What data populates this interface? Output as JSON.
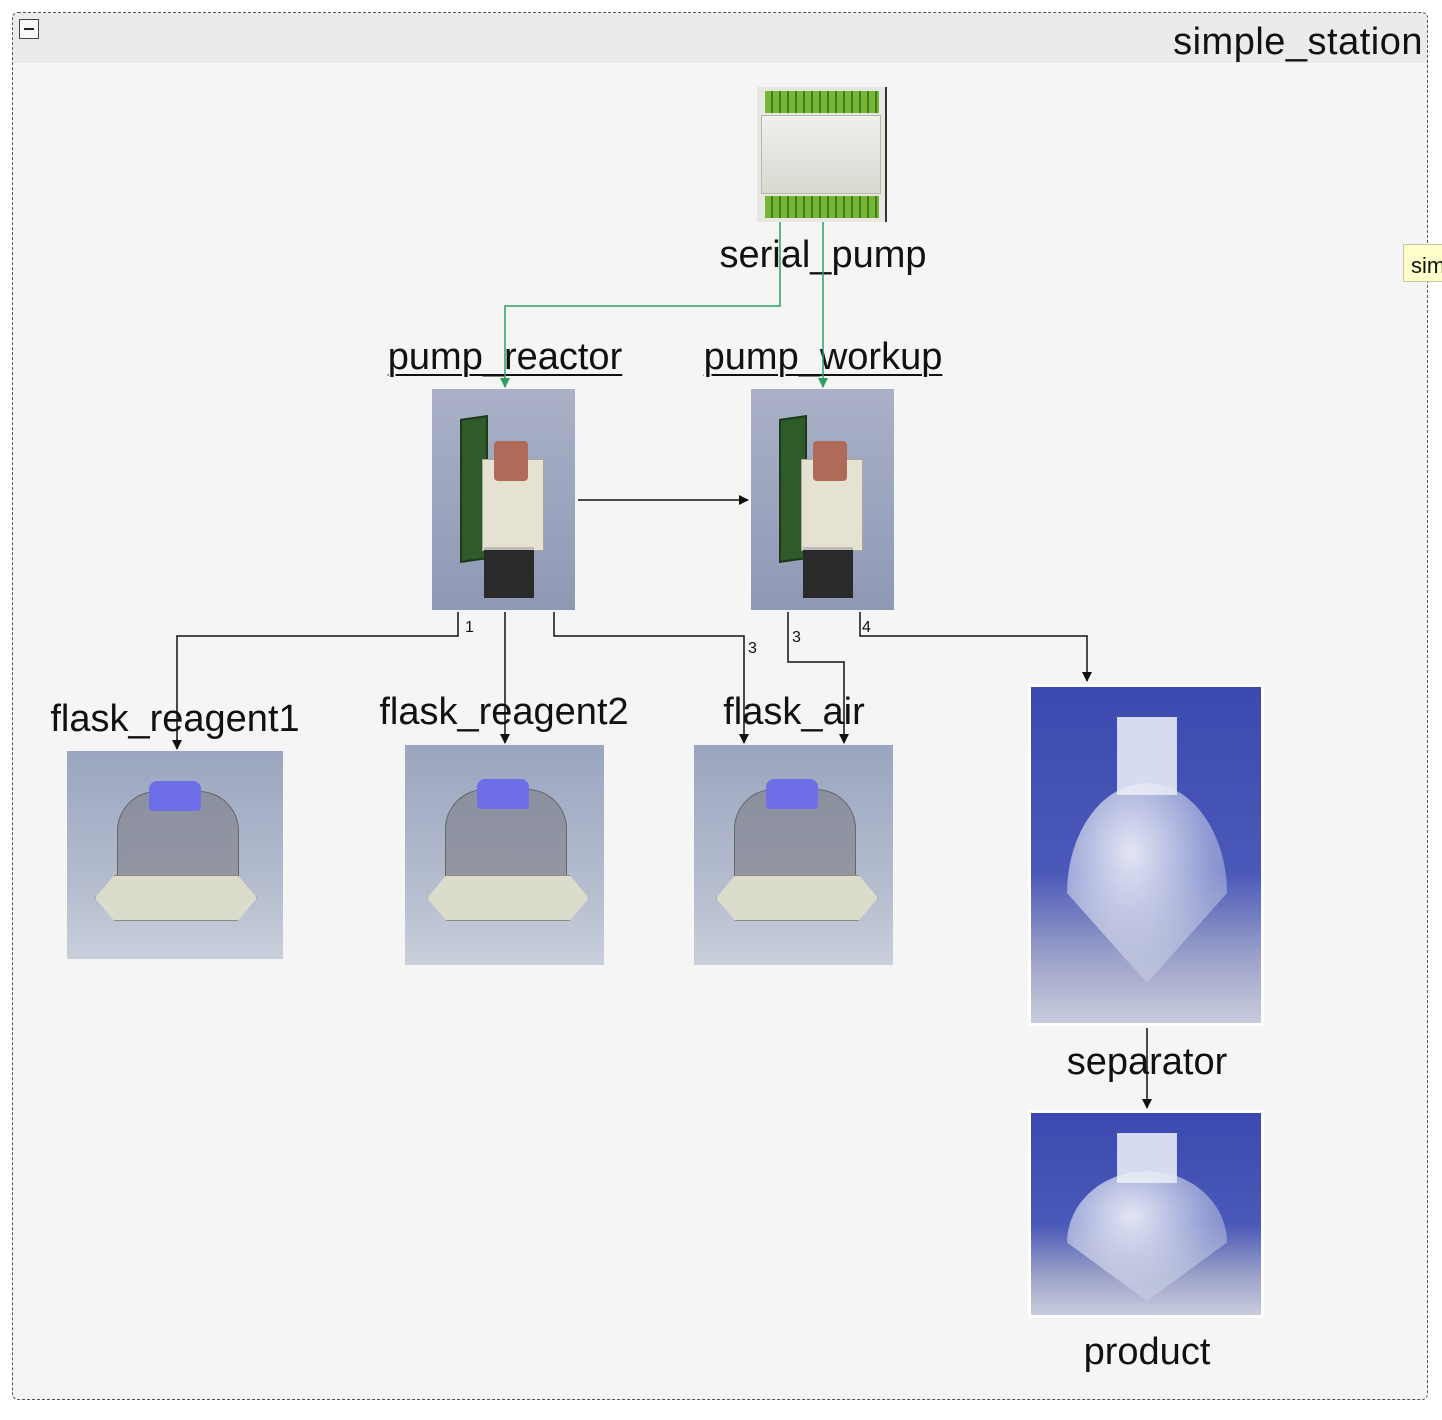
{
  "station": {
    "title": "simple_station",
    "tooltip": "sim"
  },
  "nodes": {
    "serial_pump": {
      "label": "serial_pump",
      "icon": "controller-board-icon"
    },
    "pump_reactor": {
      "label": "pump_reactor",
      "icon": "syringe-pump-icon"
    },
    "pump_workup": {
      "label": "pump_workup",
      "icon": "syringe-pump-icon"
    },
    "flask_reagent1": {
      "label": "flask_reagent1",
      "icon": "reagent-bottle-icon"
    },
    "flask_reagent2": {
      "label": "flask_reagent2",
      "icon": "reagent-bottle-icon"
    },
    "flask_air": {
      "label": "flask_air",
      "icon": "reagent-bottle-icon"
    },
    "separator": {
      "label": "separator",
      "icon": "pear-flask-icon"
    },
    "product": {
      "label": "product",
      "icon": "pear-flask-icon"
    }
  },
  "edges": [
    {
      "from": "serial_pump",
      "to": "pump_reactor",
      "kind": "communication",
      "color": "#2e9e62"
    },
    {
      "from": "serial_pump",
      "to": "pump_workup",
      "kind": "communication",
      "color": "#2e9e62"
    },
    {
      "from": "pump_reactor",
      "to": "pump_workup",
      "kind": "fluid",
      "color": "#111111"
    },
    {
      "from": "pump_reactor",
      "to": "flask_reagent1",
      "port": "1",
      "kind": "fluid",
      "color": "#111111"
    },
    {
      "from": "pump_reactor",
      "to": "flask_reagent2",
      "kind": "fluid",
      "color": "#111111"
    },
    {
      "from": "pump_reactor",
      "to": "flask_air",
      "port": "3",
      "kind": "fluid",
      "color": "#111111"
    },
    {
      "from": "pump_workup",
      "to": "flask_air",
      "port": "3",
      "kind": "fluid",
      "color": "#111111"
    },
    {
      "from": "pump_workup",
      "to": "separator",
      "port": "4",
      "kind": "fluid",
      "color": "#111111"
    },
    {
      "from": "separator",
      "to": "product",
      "kind": "fluid",
      "color": "#111111"
    }
  ]
}
